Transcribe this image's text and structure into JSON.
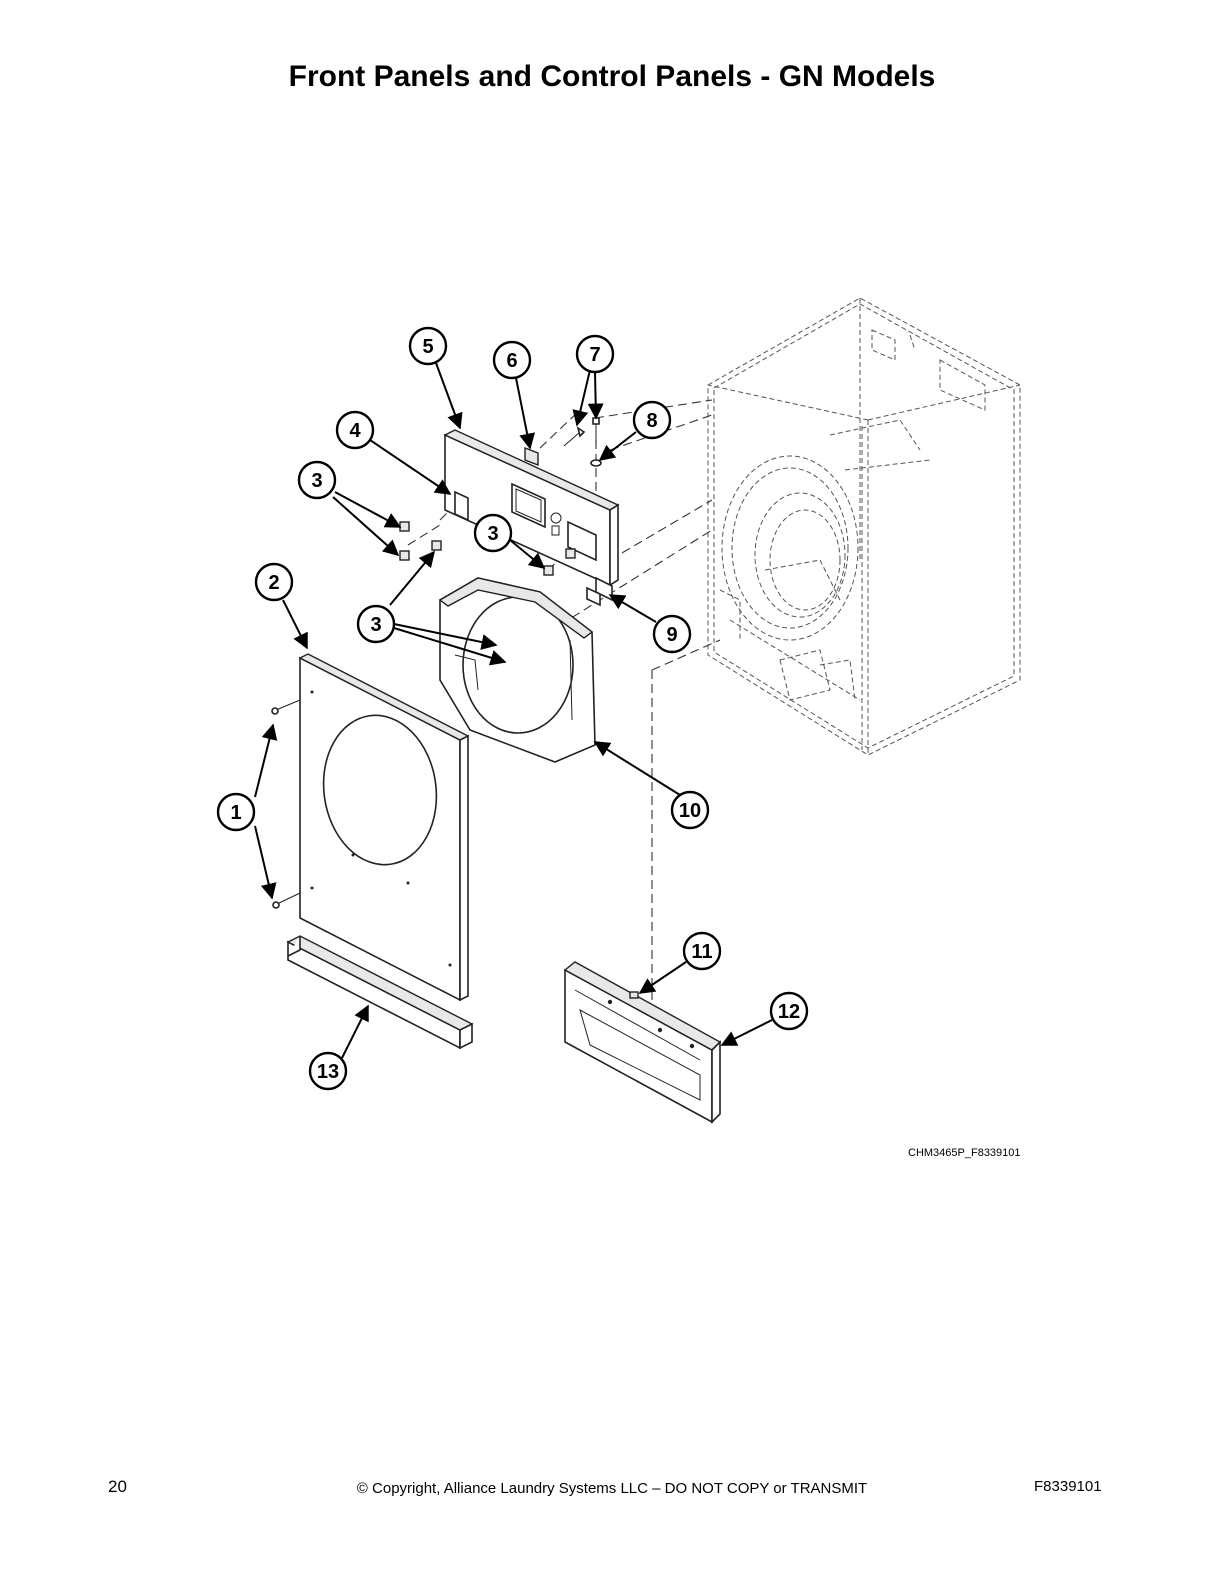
{
  "title": "Front Panels and Control Panels - GN Models",
  "drawing_id": "CHM3465P_F8339101",
  "footer": {
    "page_number": "20",
    "copyright": "© Copyright, Alliance Laundry Systems LLC – DO NOT COPY or TRANSMIT",
    "document_number": "F8339101"
  },
  "callouts": [
    "1",
    "2",
    "3",
    "3",
    "3",
    "4",
    "5",
    "6",
    "7",
    "8",
    "9",
    "10",
    "11",
    "12",
    "13"
  ]
}
